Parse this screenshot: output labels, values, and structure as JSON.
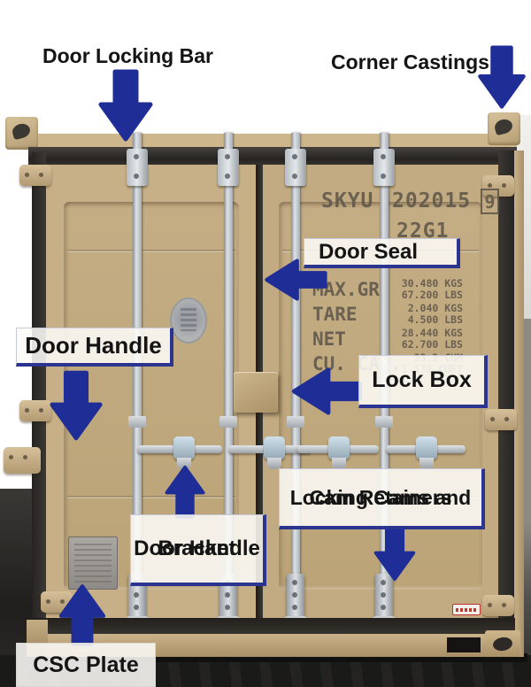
{
  "colors": {
    "arrow": "#1f2d96",
    "label_text": "#141414",
    "tag_border": "#2b3590",
    "container_tan": "#c2aa82",
    "frame_dark": "#2f2d2a",
    "marking_text": "#5f574b"
  },
  "icons": {
    "annotation_arrow": "solid-block-arrow"
  },
  "annotations": {
    "door_locking_bar": "Door Locking Bar",
    "corner_castings": "Corner Castings",
    "door_seal": "Door Seal",
    "door_handle": "Door Handle",
    "lock_box": "Lock Box",
    "locking_cams_line1": "Locking Cams and",
    "locking_cams_line2": "Cam Retainers",
    "door_handle_bracket_line1": "Door Handle",
    "door_handle_bracket_line2": "Bracket",
    "csc_plate": "CSC Plate"
  },
  "container_markings": {
    "owner_code": "SKYU",
    "serial_number": "202015",
    "check_digit": "9",
    "type_code": "22G1",
    "weight_rows": [
      {
        "label": "MAX.GR.",
        "metric": "30.480 KGS",
        "imperial": "67.200 LBS"
      },
      {
        "label": "TARE",
        "metric": "2.040 KGS",
        "imperial": "4.500 LBS"
      },
      {
        "label": "NET",
        "metric": "28.440 KGS",
        "imperial": "62.700 LBS"
      },
      {
        "label": "CU. CAP.",
        "metric": "33.2 CUM",
        "imperial": "1.172 CUFT"
      }
    ]
  }
}
